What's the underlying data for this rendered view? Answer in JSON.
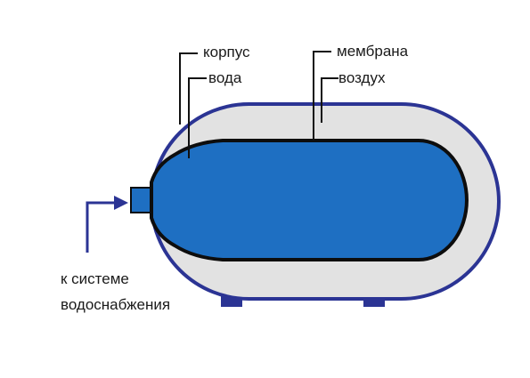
{
  "labels": {
    "shell": "корпус",
    "water": "вода",
    "membrane": "мембрана",
    "air": "воздух",
    "outlet_line1": "к системе",
    "outlet_line2": "водоснабжения"
  },
  "colors": {
    "background": "#ffffff",
    "tank_fill": "#e2e2e2",
    "tank_outline": "#2b3494",
    "water": "#1e6fc2",
    "membrane": "#0d0d0d",
    "feet": "#2b3494",
    "pointer_lines": "#111111",
    "arrow": "#2b3494"
  }
}
